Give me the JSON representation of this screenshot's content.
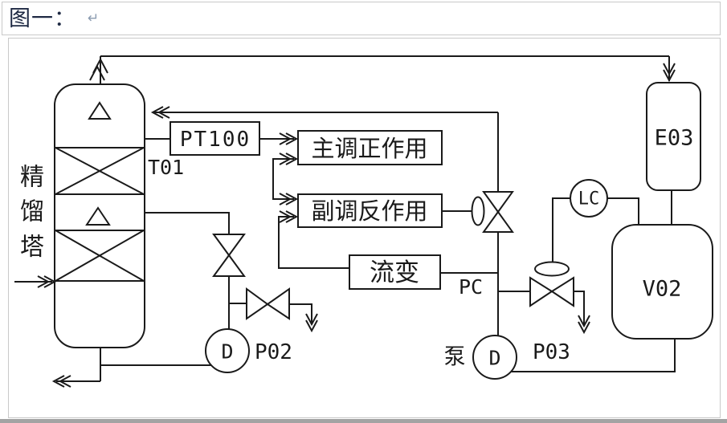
{
  "caption": {
    "text": "图一：",
    "return_mark": "↵"
  },
  "colors": {
    "line": "#1a1a1a",
    "frame_border": "#c9c9c9",
    "background": "#ffffff",
    "bottom_strip": "#a3a3a3"
  },
  "diagram": {
    "column": {
      "tag": "T01",
      "name": "精馏塔",
      "chars": [
        "精",
        "馏",
        "塔"
      ]
    },
    "instruments": {
      "temperature_sensor": "PT100",
      "pressure_controller": "PC",
      "level_controller": "LC"
    },
    "controllers": {
      "primary": "主调正作用",
      "secondary": "副调反作用",
      "flow_transform": "流变"
    },
    "equipment": {
      "condenser": "E03",
      "reflux_drum": "V02"
    },
    "pumps": {
      "p02": {
        "tag": "P02",
        "symbol": "D"
      },
      "p03": {
        "tag": "P03",
        "symbol": "D",
        "label_cn": "泵"
      }
    }
  }
}
